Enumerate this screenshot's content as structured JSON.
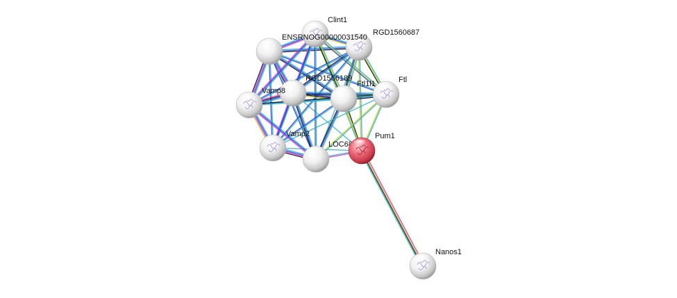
{
  "network": {
    "nodes": [
      {
        "id": "clint1",
        "label": "Clint1",
        "color": "#ffffff",
        "has_structure": true
      },
      {
        "id": "rgd1560687",
        "label": "RGD1560687",
        "color": "#ffffff",
        "has_structure": true
      },
      {
        "id": "ensrnog",
        "label": "ENSRNOG00000031540",
        "color": "#ffffff",
        "has_structure": false
      },
      {
        "id": "rgd1566189",
        "label": "RGD1566189",
        "color": "#ffffff",
        "has_structure": false
      },
      {
        "id": "ftl1l1",
        "label": "Ftl1l1",
        "color": "#ffffff",
        "has_structure": false
      },
      {
        "id": "ftl",
        "label": "Ftl",
        "color": "#ffffff",
        "has_structure": true
      },
      {
        "id": "vamp8",
        "label": "Vamp8",
        "color": "#ffffff",
        "has_structure": true
      },
      {
        "id": "vamp2",
        "label": "Vamp2",
        "color": "#ffffff",
        "has_structure": true
      },
      {
        "id": "loc680217",
        "label": "LOC680217",
        "color": "#ffffff",
        "has_structure": false
      },
      {
        "id": "pum1",
        "label": "Pum1",
        "color": "#e8596a",
        "has_structure": true
      },
      {
        "id": "nanos1",
        "label": "Nanos1",
        "color": "#ffffff",
        "has_structure": true
      }
    ],
    "edge_colors": {
      "coexpression": "#2bb3c9",
      "database": "#2a3fd6",
      "experiments": "#d433d4",
      "textmining": "#c8c81e",
      "homology": "#111111"
    },
    "edges": [
      {
        "from": "pum1",
        "to": "nanos1",
        "types": [
          "experiments",
          "textmining",
          "homology",
          "coexpression"
        ]
      },
      {
        "from": "pum1",
        "to": "ftl1l1",
        "types": [
          "textmining",
          "homology"
        ]
      },
      {
        "from": "pum1",
        "to": "ftl",
        "types": [
          "textmining",
          "coexpression"
        ]
      },
      {
        "from": "pum1",
        "to": "loc680217",
        "types": [
          "experiments",
          "coexpression"
        ]
      },
      {
        "from": "pum1",
        "to": "rgd1566189",
        "types": [
          "coexpression"
        ]
      },
      {
        "from": "pum1",
        "to": "rgd1560687",
        "types": [
          "textmining",
          "coexpression"
        ]
      },
      {
        "from": "pum1",
        "to": "clint1",
        "types": [
          "coexpression",
          "textmining"
        ]
      },
      {
        "from": "pum1",
        "to": "vamp2",
        "types": [
          "coexpression"
        ]
      },
      {
        "from": "ensrnog",
        "to": "clint1",
        "types": [
          "coexpression",
          "database",
          "experiments"
        ]
      },
      {
        "from": "ensrnog",
        "to": "rgd1560687",
        "types": [
          "coexpression",
          "database",
          "homology"
        ]
      },
      {
        "from": "ensrnog",
        "to": "rgd1566189",
        "types": [
          "coexpression",
          "database",
          "experiments",
          "homology"
        ]
      },
      {
        "from": "ensrnog",
        "to": "ftl1l1",
        "types": [
          "coexpression",
          "database",
          "homology"
        ]
      },
      {
        "from": "ensrnog",
        "to": "ftl",
        "types": [
          "coexpression",
          "database"
        ]
      },
      {
        "from": "ensrnog",
        "to": "vamp8",
        "types": [
          "coexpression",
          "database",
          "experiments",
          "homology"
        ]
      },
      {
        "from": "ensrnog",
        "to": "vamp2",
        "types": [
          "coexpression",
          "database"
        ]
      },
      {
        "from": "ensrnog",
        "to": "loc680217",
        "types": [
          "coexpression",
          "database"
        ]
      },
      {
        "from": "clint1",
        "to": "rgd1560687",
        "types": [
          "coexpression",
          "database",
          "textmining"
        ]
      },
      {
        "from": "clint1",
        "to": "rgd1566189",
        "types": [
          "coexpression",
          "database",
          "experiments"
        ]
      },
      {
        "from": "clint1",
        "to": "ftl1l1",
        "types": [
          "coexpression",
          "textmining",
          "homology"
        ]
      },
      {
        "from": "clint1",
        "to": "ftl",
        "types": [
          "coexpression",
          "textmining",
          "database"
        ]
      },
      {
        "from": "clint1",
        "to": "vamp8",
        "types": [
          "coexpression",
          "database",
          "experiments"
        ]
      },
      {
        "from": "clint1",
        "to": "vamp2",
        "types": [
          "coexpression",
          "database"
        ]
      },
      {
        "from": "clint1",
        "to": "loc680217",
        "types": [
          "coexpression",
          "database"
        ]
      },
      {
        "from": "rgd1560687",
        "to": "rgd1566189",
        "types": [
          "coexpression",
          "database",
          "homology"
        ]
      },
      {
        "from": "rgd1560687",
        "to": "ftl1l1",
        "types": [
          "coexpression",
          "textmining",
          "database",
          "homology"
        ]
      },
      {
        "from": "rgd1560687",
        "to": "ftl",
        "types": [
          "coexpression",
          "textmining",
          "homology"
        ]
      },
      {
        "from": "rgd1560687",
        "to": "vamp8",
        "types": [
          "coexpression",
          "database"
        ]
      },
      {
        "from": "rgd1560687",
        "to": "vamp2",
        "types": [
          "coexpression",
          "database"
        ]
      },
      {
        "from": "rgd1560687",
        "to": "loc680217",
        "types": [
          "coexpression"
        ]
      },
      {
        "from": "rgd1566189",
        "to": "ftl1l1",
        "types": [
          "coexpression",
          "database",
          "homology",
          "textmining"
        ]
      },
      {
        "from": "rgd1566189",
        "to": "ftl",
        "types": [
          "coexpression",
          "database",
          "homology"
        ]
      },
      {
        "from": "rgd1566189",
        "to": "vamp8",
        "types": [
          "coexpression",
          "database",
          "homology",
          "experiments"
        ]
      },
      {
        "from": "rgd1566189",
        "to": "vamp2",
        "types": [
          "coexpression",
          "database",
          "experiments"
        ]
      },
      {
        "from": "rgd1566189",
        "to": "loc680217",
        "types": [
          "coexpression",
          "database",
          "homology"
        ]
      },
      {
        "from": "ftl1l1",
        "to": "ftl",
        "types": [
          "coexpression",
          "textmining",
          "database",
          "homology"
        ]
      },
      {
        "from": "ftl1l1",
        "to": "vamp8",
        "types": [
          "coexpression",
          "database"
        ]
      },
      {
        "from": "ftl1l1",
        "to": "vamp2",
        "types": [
          "coexpression",
          "database"
        ]
      },
      {
        "from": "ftl1l1",
        "to": "loc680217",
        "types": [
          "coexpression",
          "database",
          "homology"
        ]
      },
      {
        "from": "ftl",
        "to": "vamp8",
        "types": [
          "coexpression",
          "homology"
        ]
      },
      {
        "from": "ftl",
        "to": "vamp2",
        "types": [
          "coexpression"
        ]
      },
      {
        "from": "ftl",
        "to": "loc680217",
        "types": [
          "coexpression",
          "textmining"
        ]
      },
      {
        "from": "vamp8",
        "to": "vamp2",
        "types": [
          "coexpression",
          "database",
          "experiments",
          "textmining"
        ]
      },
      {
        "from": "vamp8",
        "to": "loc680217",
        "types": [
          "coexpression",
          "database",
          "experiments"
        ]
      },
      {
        "from": "vamp2",
        "to": "loc680217",
        "types": [
          "coexpression",
          "database",
          "experiments",
          "homology"
        ]
      }
    ]
  }
}
